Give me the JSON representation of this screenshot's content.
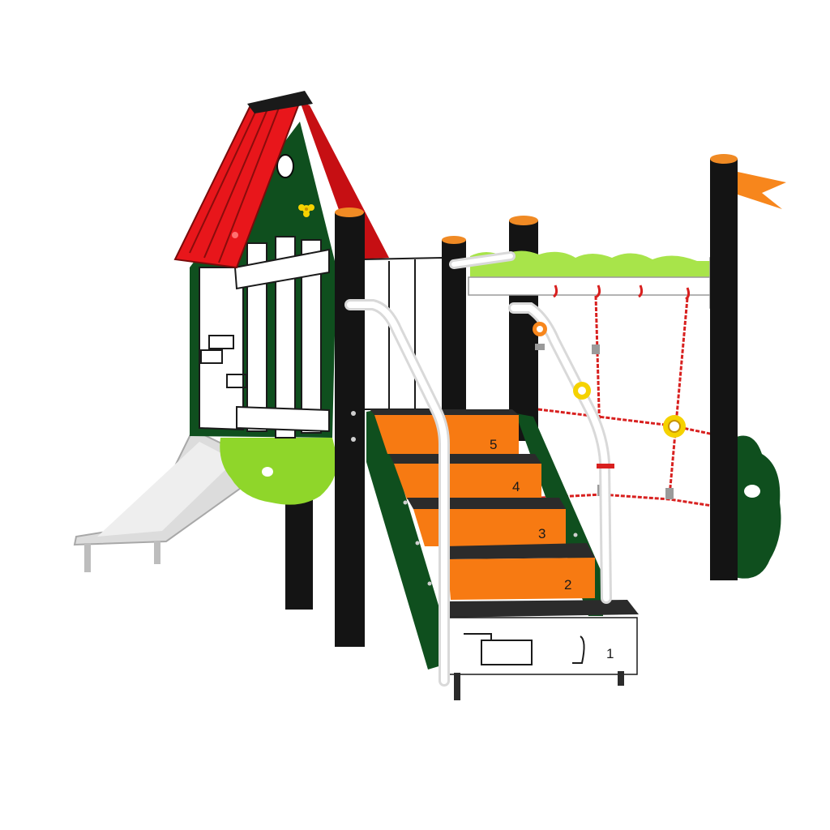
{
  "colors": {
    "roof": "#e8161b",
    "house_green": "#0f4f1e",
    "post_black": "#141414",
    "post_cap": "#f08a24",
    "step_orange": "#f77a12",
    "step_tread": "#2b2b2b",
    "panel_white": "#ffffff",
    "lime": "#8fd62a",
    "rope_red": "#d8201f",
    "grip_yellow": "#f5d200",
    "slide_grey": "#d9d9d9",
    "flag_orange": "#f7861c"
  },
  "steps": [
    {
      "label": "1"
    },
    {
      "label": "2"
    },
    {
      "label": "3"
    },
    {
      "label": "4"
    },
    {
      "label": "5"
    }
  ]
}
